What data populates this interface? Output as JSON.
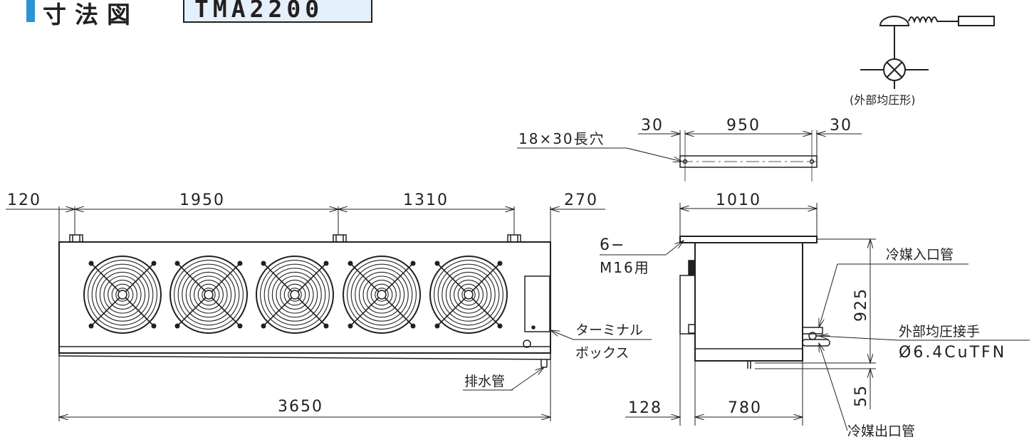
{
  "header": {
    "title": "寸法図",
    "model": "TMA2200"
  },
  "symbol": {
    "caption": "(外部均圧形)"
  },
  "front_view": {
    "dim_120": "120",
    "dim_1950": "1950",
    "dim_1310": "1310",
    "dim_270": "270",
    "dim_3650": "3650",
    "terminal_box_line1": "ターミナル",
    "terminal_box_line2": "ボックス",
    "drain_pipe": "排水管"
  },
  "top_view": {
    "slot_label": "18×30長穴",
    "dim_30_left": "30",
    "dim_950": "950",
    "dim_30_right": "30"
  },
  "side_view": {
    "dim_1010": "1010",
    "bolt_line1": "6−",
    "bolt_line2": "M16用",
    "dim_925": "925",
    "dim_55": "55",
    "dim_128": "128",
    "dim_780": "780",
    "refrigerant_inlet": "冷媒入口管",
    "equalizer_label": "外部均圧接手",
    "equalizer_spec": "Ø6.4CuTFN",
    "refrigerant_outlet": "冷媒出口管"
  }
}
